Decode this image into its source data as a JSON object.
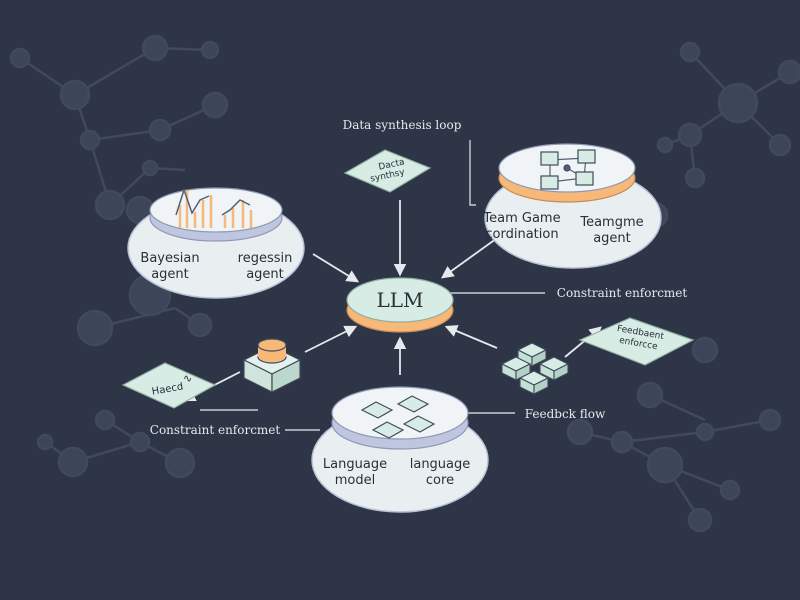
{
  "colors": {
    "background": "#2e3546",
    "network_node": "#3d4559",
    "network_edge": "#414a5d",
    "disc_face": "#e9eef1",
    "disc_ring": "#bfc6df",
    "accent_orange": "#f6b97a",
    "mint": "#d7ece4",
    "arrow": "#e6eaee",
    "label_text": "#2a2f3a",
    "dark_label_text": "#e6e9ee"
  },
  "center": {
    "label": "LLM"
  },
  "labels": {
    "data_synthesis_loop": "Data synthesis loop",
    "constraint_right": "Constraint enforcmet",
    "constraint_left": "Constraint enforcmet",
    "feedback_flow": "Feedbck flow"
  },
  "cards": {
    "top": {
      "line1": "Dacta",
      "line2": "synthsy"
    },
    "left": {
      "text": "Haecd"
    },
    "right": {
      "line1": "Feedbaent",
      "line2": "enforcce"
    }
  },
  "discs": {
    "bayesian": {
      "left_line1": "Bayesian",
      "left_line2": "agent",
      "right_line1": "regessin",
      "right_line2": "agent"
    },
    "team": {
      "left_line1": "Team Game",
      "left_line2": "cordination",
      "right_line1": "Teamgme",
      "right_line2": "agent"
    },
    "language": {
      "left_line1": "Language",
      "left_line2": "model",
      "right_line1": "language",
      "right_line2": "core"
    }
  },
  "icons": {
    "chart": "bar-chart-icon",
    "network": "network-cubes-icon",
    "blocks": "stacked-blocks-icon",
    "cube": "cube-icon",
    "cube_cluster": "cube-cluster-icon"
  }
}
